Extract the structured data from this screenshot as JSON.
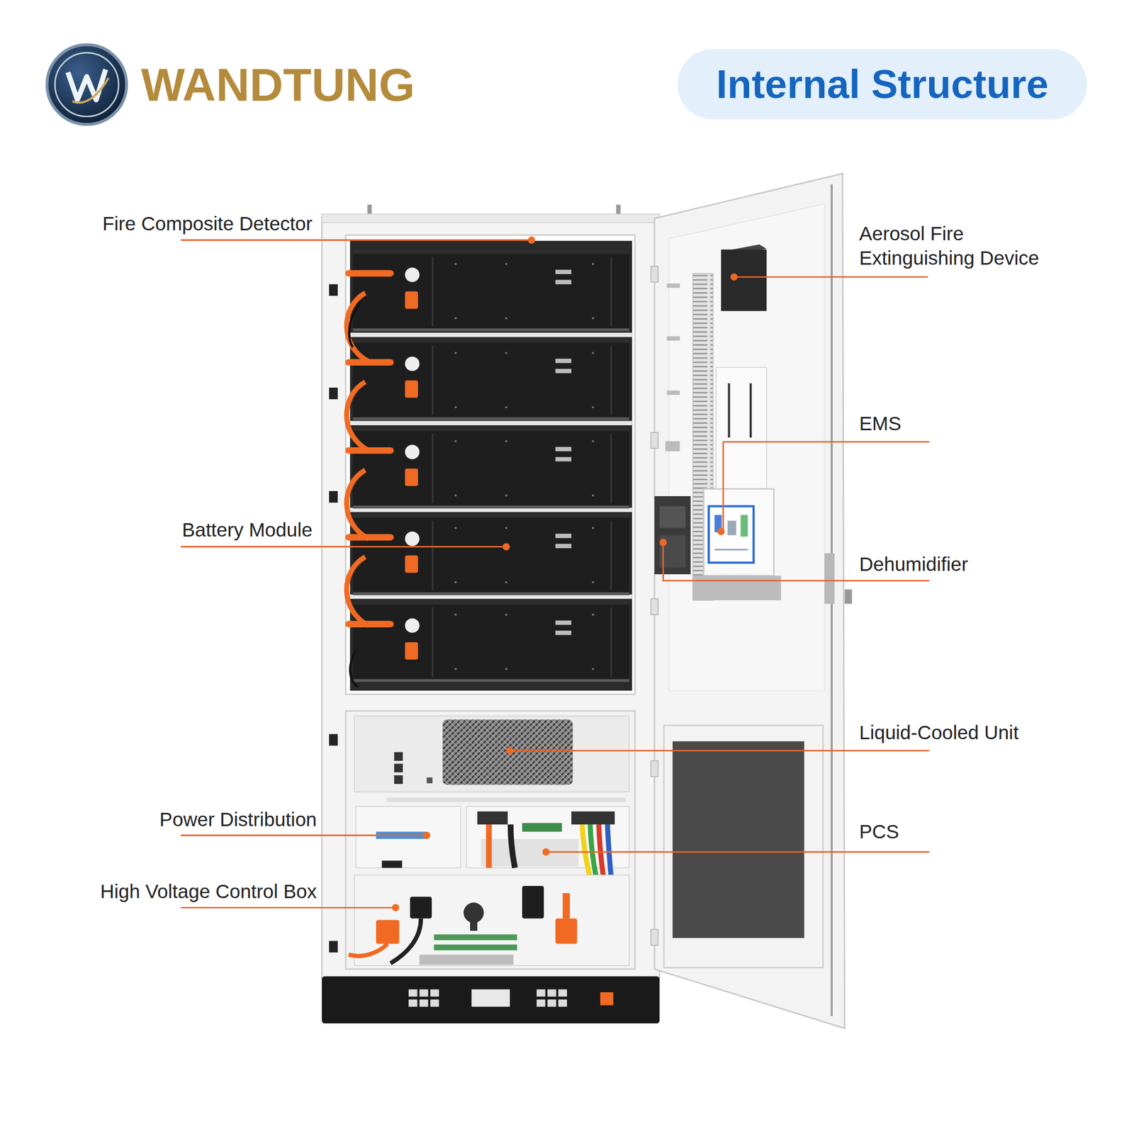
{
  "diagram": {
    "title": "Internal Structure",
    "labels": [
      "WANDTUNG",
      "Fire Composite Detector",
      "Aerosol Fire Extinguishing Device",
      "EMS",
      "Battery Module",
      "Dehumidifier",
      "Liquid-Cooled Unit",
      "Power Distribution",
      "PCS",
      "High Voltage Control Box"
    ]
  }
}
